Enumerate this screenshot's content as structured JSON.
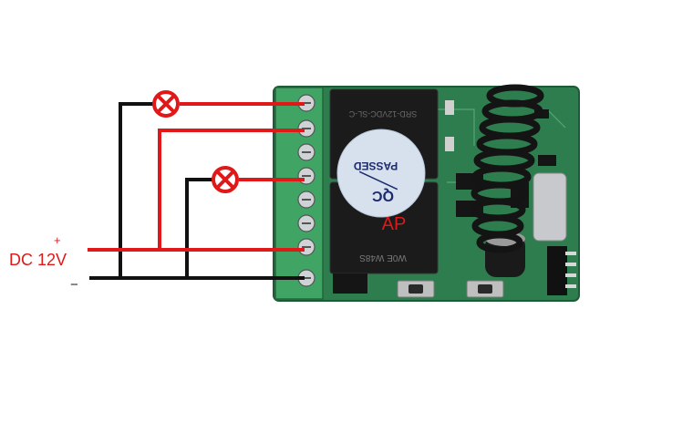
{
  "labels": {
    "plus": "+",
    "minus": "−",
    "supply": "DC 12V",
    "sticker_line1": "PASSED",
    "sticker_line2": "QC",
    "sticker_brand": "AP",
    "relay1_marking": "SRD-12VDC-SL-C",
    "relay2_marking": "W0E W48S"
  },
  "colors": {
    "wire_positive": "#e01818",
    "wire_negative": "#111111",
    "lamp": "#e01818",
    "pcb": "#2e7d4f",
    "terminal_block": "#3fa464",
    "relay": "#1b1b1b",
    "sticker": "#d7e1ee"
  },
  "icons": {
    "lamp": "lamp-icon",
    "antenna": "coil-antenna-icon"
  }
}
